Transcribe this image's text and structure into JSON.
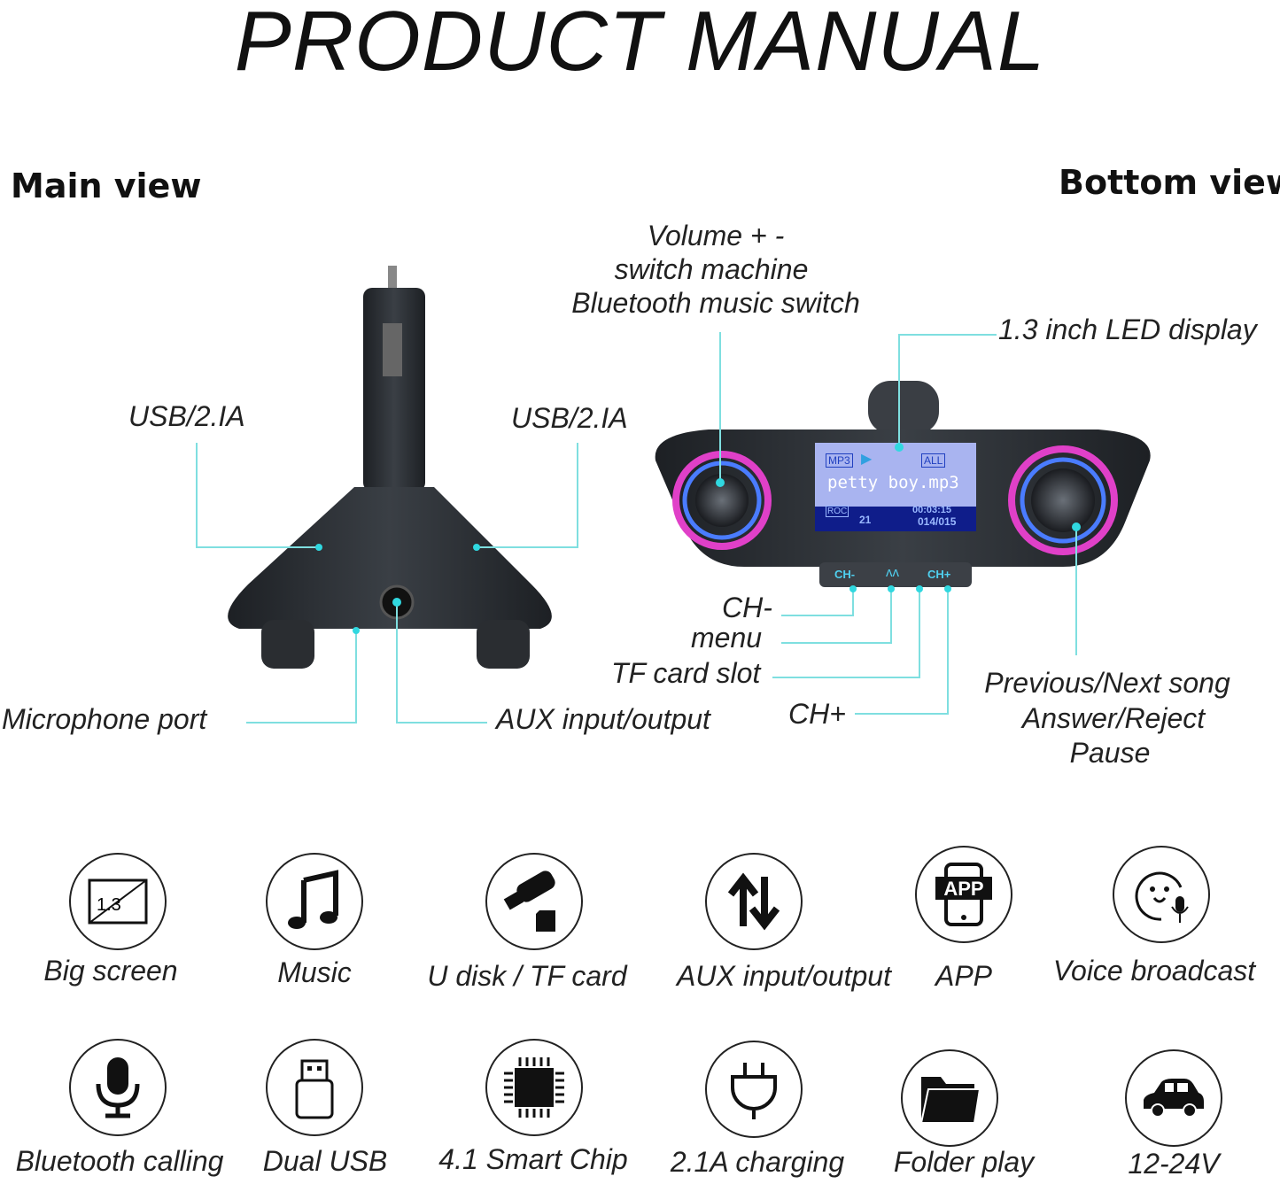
{
  "title": "PRODUCT MANUAL",
  "main_view": {
    "heading": "Main view",
    "labels": {
      "usb_left": "USB/2.IA",
      "usb_right": "USB/2.IA",
      "microphone": "Microphone port",
      "aux": "AUX input/output"
    }
  },
  "bottom_view": {
    "heading": "Bottom view",
    "labels": {
      "volume_1": "Volume + -",
      "volume_2": "switch machine",
      "volume_3": "Bluetooth music switch",
      "display": "1.3 inch LED display",
      "ch_minus": "CH-",
      "menu": "menu",
      "tf_slot": "TF card slot",
      "ch_plus": "CH+",
      "prev_next_1": "Previous/Next song",
      "prev_next_2": "Answer/Reject",
      "prev_next_3": "Pause"
    },
    "screen": {
      "mode": "MP3",
      "repeat": "ALL",
      "track": "petty boy.mp3",
      "roc": "ROC",
      "number": "21",
      "time": "00:03:15",
      "count": "014/015"
    },
    "buttons": [
      "CH-",
      "CH+"
    ]
  },
  "features": [
    {
      "label": "Big screen",
      "icon": "screen-icon",
      "icon_text": "1.3"
    },
    {
      "label": "Music",
      "icon": "music-note-icon"
    },
    {
      "label": "U disk / TF card",
      "icon": "usb-drive-icon"
    },
    {
      "label": "AUX input/output",
      "icon": "up-down-arrows-icon"
    },
    {
      "label": "APP",
      "icon": "phone-app-icon",
      "icon_text": "APP"
    },
    {
      "label": "Voice broadcast",
      "icon": "voice-icon"
    },
    {
      "label": "Bluetooth calling",
      "icon": "microphone-icon"
    },
    {
      "label": "Dual USB",
      "icon": "usb-plug-icon"
    },
    {
      "label": "4.1 Smart Chip",
      "icon": "chip-icon"
    },
    {
      "label": "2.1A charging",
      "icon": "plug-icon"
    },
    {
      "label": "Folder play",
      "icon": "folder-icon"
    },
    {
      "label": "12-24V",
      "icon": "car-icon"
    }
  ],
  "colors": {
    "callout": "#7fdfe0",
    "device": "#2b2f33",
    "screen": "#a9b4f0",
    "ring_pink": "#e040c8",
    "ring_blue": "#4a7cff"
  }
}
